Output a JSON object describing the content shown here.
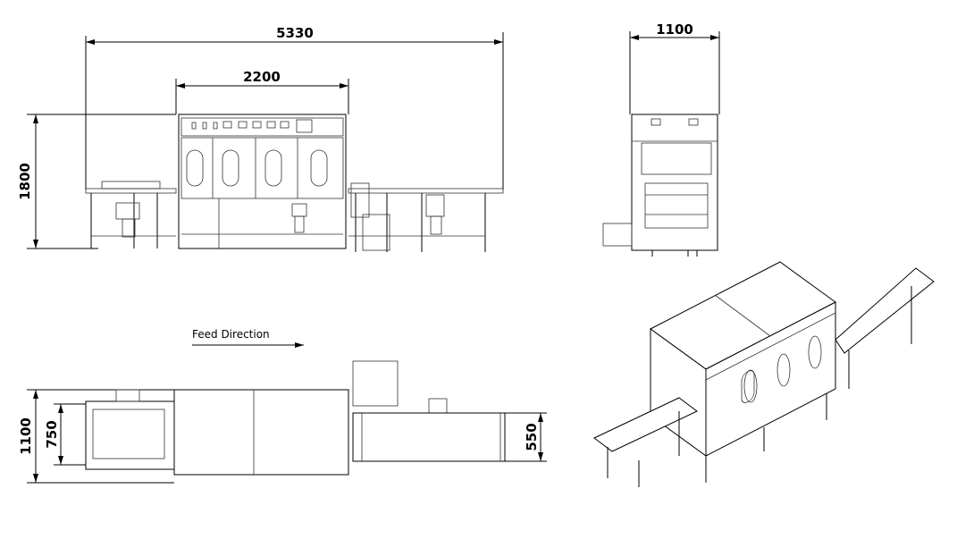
{
  "front_view": {
    "width_total": "5330",
    "width_cabinet": "2200",
    "height": "1800"
  },
  "side_view": {
    "width": "1100"
  },
  "top_view": {
    "feed_label": "Feed Direction",
    "width_total": "1100",
    "inner_width": "750",
    "conveyor_width": "550"
  },
  "colors": {
    "line": "#000000",
    "background": "#ffffff"
  }
}
